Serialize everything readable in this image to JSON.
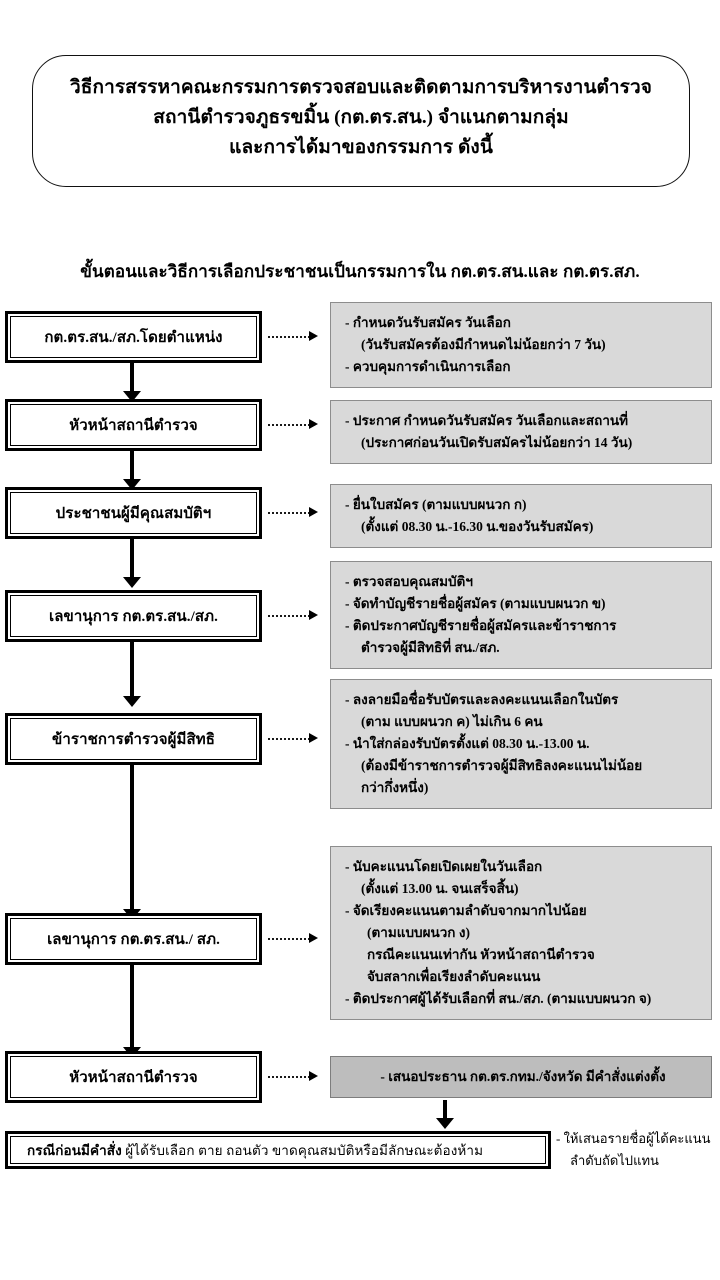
{
  "header": {
    "lines": [
      "วิธีการสรรหาคณะกรรมการตรวจสอบและติดตามการบริหารงานตำรวจ",
      "สถานีตำรวจภูธรขมิ้น (กต.ตร.สน.) จำแนกตามกลุ่ม",
      "และการได้มาของกรรมการ ดังนี้"
    ]
  },
  "subtitle": "ขั้นตอนและวิธีการเลือกประชาชนเป็นกรรมการใน กต.ตร.สน.และ กต.ตร.สภ.",
  "flow_steps": [
    {
      "label": "กต.ตร.สน./สภ.โดยตำแหน่ง"
    },
    {
      "label": "หัวหน้าสถานีตำรวจ"
    },
    {
      "label": "ประชาชนผู้มีคุณสมบัติฯ"
    },
    {
      "label": "เลขานุการ กต.ตร.สน./สภ."
    },
    {
      "label": "ข้าราชการตำรวจผู้มีสิทธิ"
    },
    {
      "label": "เลขานุการ กต.ตร.สน./ สภ."
    },
    {
      "label": "หัวหน้าสถานีตำรวจ"
    }
  ],
  "panels": [
    {
      "lines": [
        "-  กำหนดวันรับสมัคร วันเลือก",
        "(วันรับสมัครต้องมีกำหนดไม่น้อยกว่า 7 วัน)",
        "-  ควบคุมการดำเนินการเลือก"
      ]
    },
    {
      "lines": [
        "-  ประกาศ กำหนดวันรับสมัคร วันเลือกและสถานที่",
        "(ประกาศก่อนวันเปิดรับสมัครไม่น้อยกว่า 14 วัน)"
      ]
    },
    {
      "lines": [
        "-  ยื่นใบสมัคร (ตามแบบผนวก ก)",
        "(ตั้งแต่ 08.30 น.-16.30 น.ของวันรับสมัคร)"
      ]
    },
    {
      "lines": [
        "-  ตรวจสอบคุณสมบัติฯ",
        "-  จัดทำบัญชีรายชื่อผู้สมัคร (ตามแบบผนวก ข)",
        "-  ติดประกาศบัญชีรายชื่อผู้สมัครและข้าราชการ",
        "ตำรวจผู้มีสิทธิที่ สน./สภ."
      ]
    },
    {
      "lines": [
        "-  ลงลายมือชื่อรับบัตรและลงคะแนนเลือกในบัตร",
        "(ตาม แบบผนวก ค)  ไม่เกิน 6  คน",
        "-  นำใส่กล่องรับบัตรตั้งแต่ 08.30 น.-13.00 น.",
        "(ต้องมีข้าราชการตำรวจผู้มีสิทธิลงคะแนนไม่น้อย",
        "กว่ากึ่งหนึ่ง)"
      ]
    },
    {
      "lines": [
        "-  นับคะแนนโดยเปิดเผยในวันเลือก",
        "(ตั้งแต่ 13.00 น. จนเสร็จสิ้น)",
        "-  จัดเรียงคะแนนตามลำดับจากมากไปน้อย",
        "(ตามแบบผนวก ง)",
        "กรณีคะแนนเท่ากัน  หัวหน้าสถานีตำรวจ",
        "จับสลากเพื่อเรียงลำดับคะแนน",
        "-  ติดประกาศผู้ได้รับเลือกที่ สน./สภ. (ตามแบบผนวก จ)"
      ]
    },
    {
      "lines": [
        "-  เสนอประธาน กต.ตร.กทม./จังหวัด มีคำสั่งแต่งตั้ง"
      ]
    }
  ],
  "final_box": {
    "prefix": "กรณีก่อนมีคำสั่ง",
    "text": " ผู้ได้รับเลือก ตาย ถอนตัว ขาดคุณสมบัติหรือมีลักษณะต้องห้าม"
  },
  "side_note": {
    "lines": [
      "- ให้เสนอรายชื่อผู้ได้คะแนน",
      "ลำดับถัดไปแทน"
    ]
  }
}
